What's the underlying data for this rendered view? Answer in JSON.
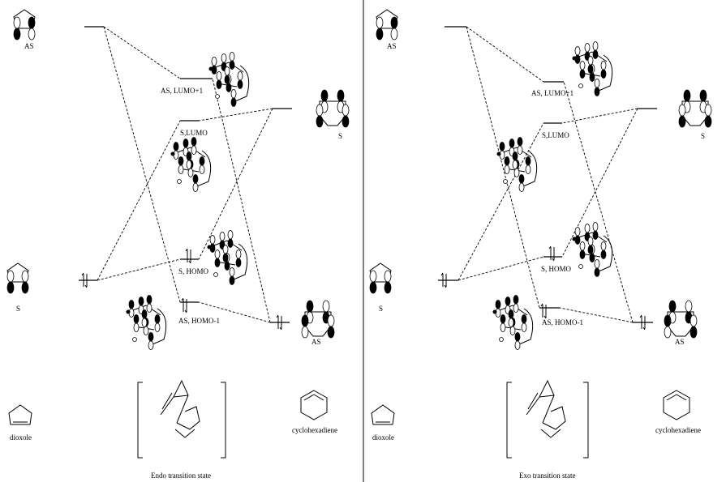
{
  "panels": [
    {
      "dioxole_top_label": "AS",
      "lumo1_label": "AS, LUMO+1",
      "diene_top_label": "S",
      "lumo_label": "S,LUMO",
      "homo_label": "S, HOMO",
      "dioxole_bottom_label": "S",
      "homo1_label": "AS, HOMO-1",
      "diene_bottom_label": "AS",
      "dioxole_name": "dioxole",
      "diene_name": "cyclohexadiene",
      "ts_label": "Endo transition state"
    },
    {
      "dioxole_top_label": "AS",
      "lumo1_label": "AS, LUMO+1",
      "diene_top_label": "S",
      "lumo_label": "S,LUMO",
      "homo_label": "S, HOMO",
      "dioxole_bottom_label": "S",
      "homo1_label": "AS, HOMO-1",
      "diene_bottom_label": "AS",
      "dioxole_name": "dioxole",
      "diene_name": "cyclohexadiene",
      "ts_label": "Exo transition state"
    }
  ]
}
